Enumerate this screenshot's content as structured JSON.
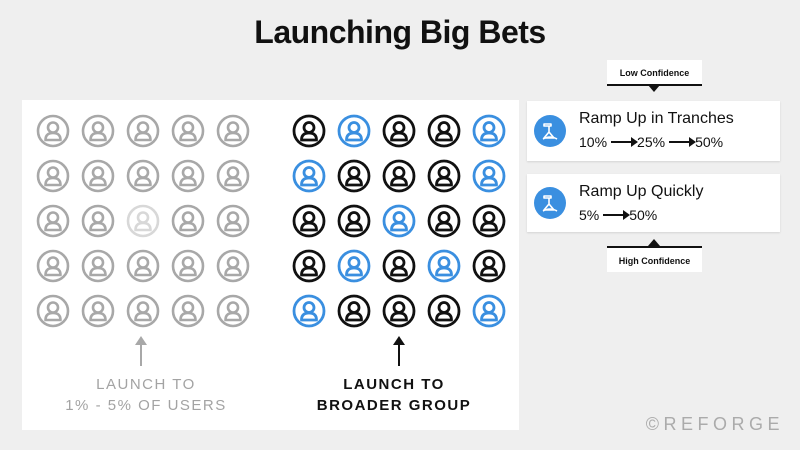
{
  "title": "Launching Big Bets",
  "colors": {
    "gray": "#a8a8a8",
    "light_gray": "#d8d8d8",
    "black": "#111111",
    "blue": "#3a8fe0"
  },
  "left_group": {
    "grid": [
      [
        "gray",
        "gray",
        "gray",
        "gray",
        "gray"
      ],
      [
        "gray",
        "gray",
        "gray",
        "gray",
        "gray"
      ],
      [
        "gray",
        "gray",
        "light_gray",
        "gray",
        "gray"
      ],
      [
        "gray",
        "gray",
        "gray",
        "gray",
        "gray"
      ],
      [
        "gray",
        "gray",
        "gray",
        "gray",
        "gray"
      ]
    ],
    "caption_line1": "LAUNCH TO",
    "caption_line2": "1% - 5% OF USERS"
  },
  "right_group": {
    "grid": [
      [
        "black",
        "blue",
        "black",
        "black",
        "blue"
      ],
      [
        "blue",
        "black",
        "black",
        "black",
        "blue"
      ],
      [
        "black",
        "black",
        "blue",
        "black",
        "black"
      ],
      [
        "black",
        "blue",
        "black",
        "blue",
        "black"
      ],
      [
        "blue",
        "black",
        "black",
        "black",
        "blue"
      ]
    ],
    "caption_line1": "LAUNCH TO",
    "caption_line2": "BROADER GROUP"
  },
  "low_confidence_label": "Low Confidence",
  "high_confidence_label": "High Confidence",
  "option_tranches": {
    "title": "Ramp Up in Tranches",
    "steps": [
      "10%",
      "25%",
      "50%"
    ],
    "icon": "ramp-icon"
  },
  "option_quick": {
    "title": "Ramp Up Quickly",
    "steps": [
      "5%",
      "50%"
    ],
    "icon": "ramp-icon"
  },
  "brand": "©REFORGE"
}
